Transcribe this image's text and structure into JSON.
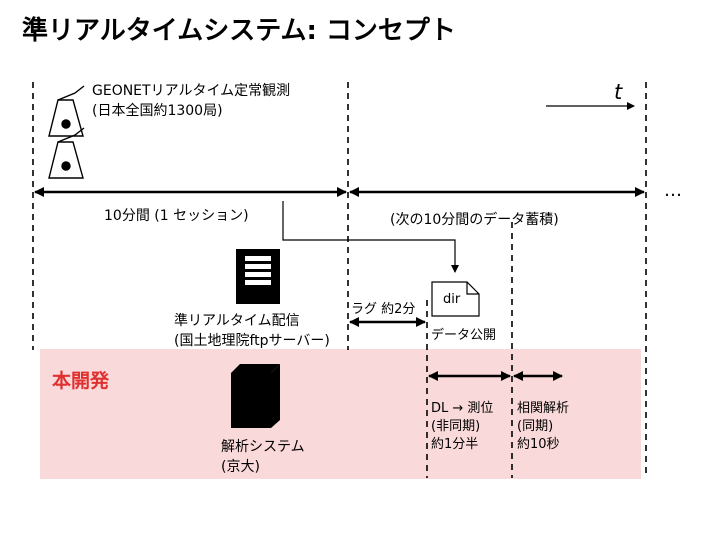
{
  "slide": {
    "title": "準リアルタイムシステム: コンセプト",
    "time_symbol": "t",
    "ellipsis": "…",
    "geonet_label_line1": "GEONETリアルタイム定常観測",
    "geonet_label_line2": "(日本全国約1300局)",
    "session_label": "10分間 (1 セッション)",
    "next_label": "(次の10分間のデータ蓄積)",
    "server_label_line1": "準リアルタイム配信",
    "server_label_line2": "(国土地理院ftpサーバー)",
    "lag_label": "ラグ 約2分",
    "dir_label": "dir",
    "data_release_label": "データ公開",
    "dev_label": "本開発",
    "analysis_label_line1": "解析システム",
    "analysis_label_line2": "(京大)",
    "dl_label_line1": "DL → 測位",
    "dl_label_line2": "(非同期)",
    "dl_label_line3": "約1分半",
    "corr_label_line1": "相関解析",
    "corr_label_line2": "(同期)",
    "corr_label_line3": "約10秒"
  },
  "colors": {
    "dev_band": "#f9d9d9",
    "dev_label": "#e03030"
  }
}
